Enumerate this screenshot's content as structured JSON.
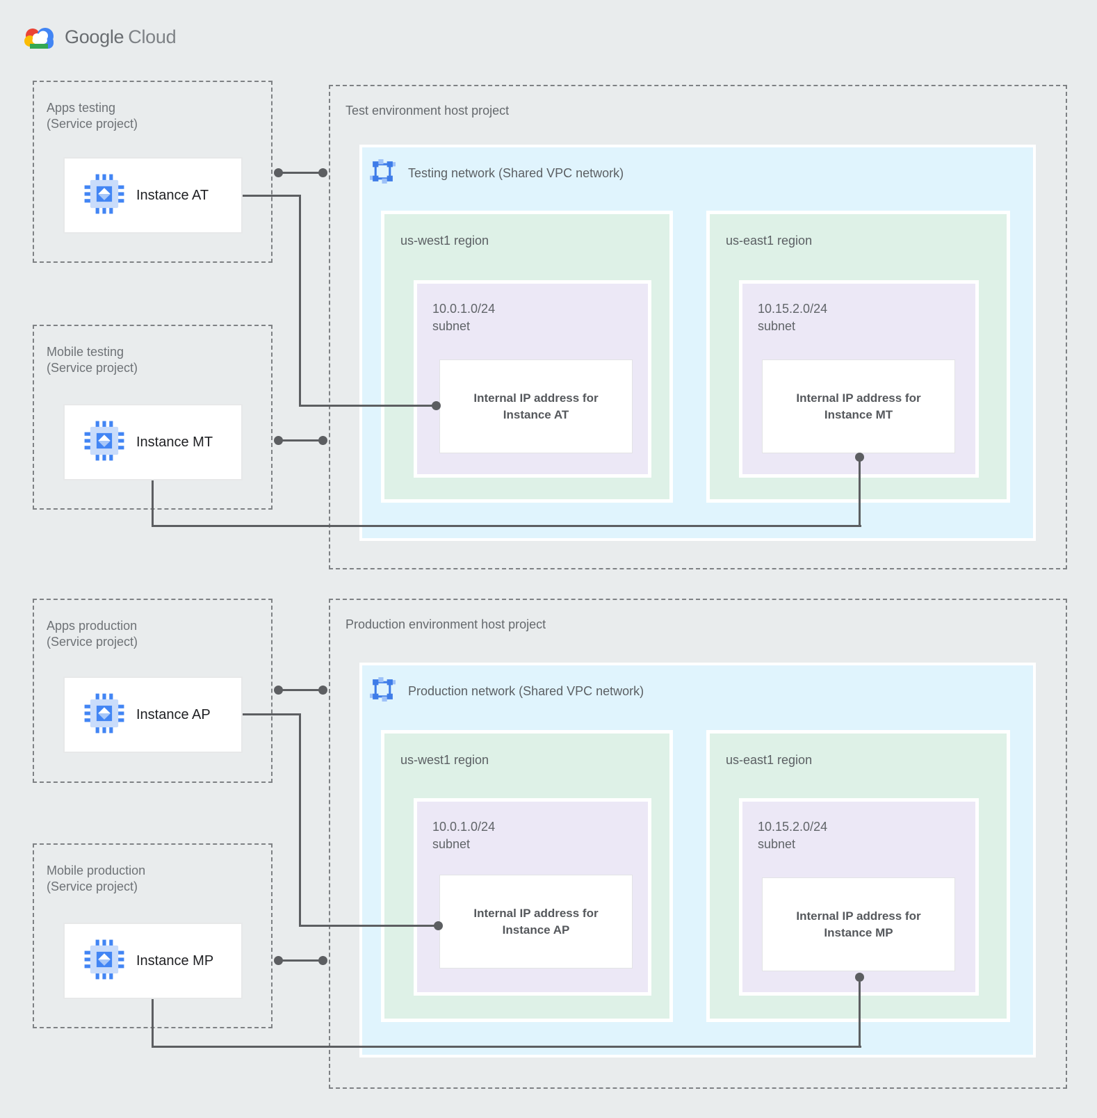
{
  "logo": {
    "brand": "Google",
    "product": "Cloud"
  },
  "service_projects": [
    {
      "name": "Apps testing",
      "subtitle": "(Service project)",
      "instance_label": "Instance AT"
    },
    {
      "name": "Mobile testing",
      "subtitle": "(Service project)",
      "instance_label": "Instance MT"
    },
    {
      "name": "Apps production",
      "subtitle": "(Service project)",
      "instance_label": "Instance AP"
    },
    {
      "name": "Mobile production",
      "subtitle": "(Service project)",
      "instance_label": "Instance MP"
    }
  ],
  "host_projects": [
    {
      "title": "Test environment host project",
      "network_label": "Testing network (Shared VPC network)",
      "regions": [
        {
          "name": "us-west1 region",
          "cidr": "10.0.1.0/24",
          "subnet_word": "subnet",
          "ip_line1": "Internal IP address for",
          "ip_line2": "Instance AT"
        },
        {
          "name": "us-east1 region",
          "cidr": "10.15.2.0/24",
          "subnet_word": "subnet",
          "ip_line1": "Internal IP address for",
          "ip_line2": "Instance MT"
        }
      ]
    },
    {
      "title": "Production environment host project",
      "network_label": "Production network (Shared VPC network)",
      "regions": [
        {
          "name": "us-west1 region",
          "cidr": "10.0.1.0/24",
          "subnet_word": "subnet",
          "ip_line1": "Internal IP address for",
          "ip_line2": "Instance AP"
        },
        {
          "name": "us-east1 region",
          "cidr": "10.15.2.0/24",
          "subnet_word": "subnet",
          "ip_line1": "Internal IP address for",
          "ip_line2": "Instance MP"
        }
      ]
    }
  ],
  "colors": {
    "canvas": "#e9eced",
    "network_fill": "#e0f4fd",
    "region_fill": "#def1e7",
    "subnet_fill": "#ece8f6",
    "connector": "#5c5e61",
    "accent_blue": "#4285f4",
    "logo_red": "#ea4335",
    "logo_yellow": "#fbbc05",
    "logo_green": "#34a853"
  }
}
